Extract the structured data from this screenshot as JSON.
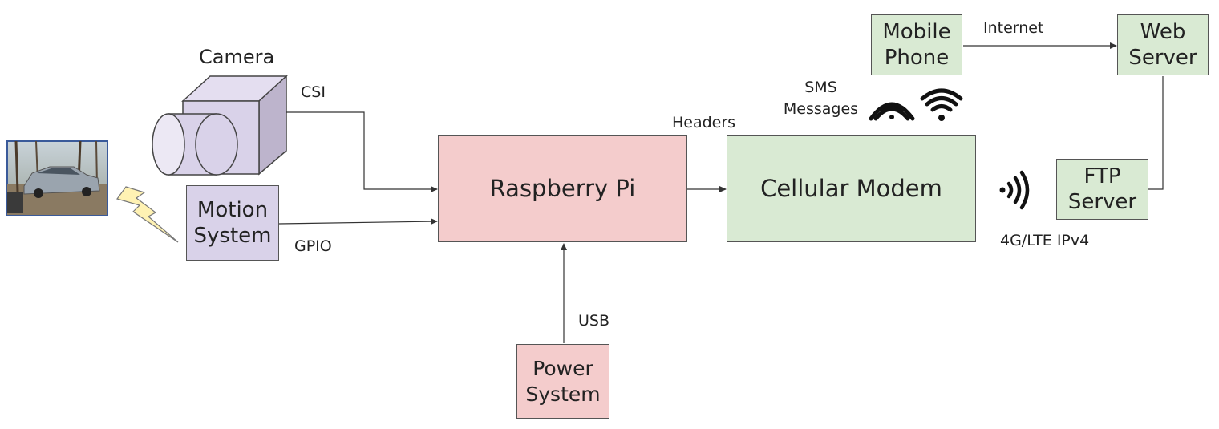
{
  "camera": {
    "title": "Camera"
  },
  "nodes": {
    "motion": "Motion\nSystem",
    "pi": "Raspberry Pi",
    "modem": "Cellular Modem",
    "power": "Power\nSystem",
    "mobile": "Mobile\nPhone",
    "web": "Web\nServer",
    "ftp": "FTP\nServer"
  },
  "edges": {
    "csi": "CSI",
    "gpio": "GPIO",
    "headers": "Headers",
    "usb": "USB",
    "internet": "Internet",
    "sms": "SMS\nMessages",
    "lte": "4G/LTE IPv4"
  },
  "icons": {
    "photo": "car-photo",
    "motion": "lightning-bolt-icon",
    "sms": "signal-waves-icon",
    "wifi": "wifi-icon",
    "lte": "signal-broadcast-icon"
  },
  "colors": {
    "purple": "#d9d2e9",
    "pink": "#f4cccc",
    "green": "#d9ead3",
    "bolt": "#fff2b3"
  }
}
